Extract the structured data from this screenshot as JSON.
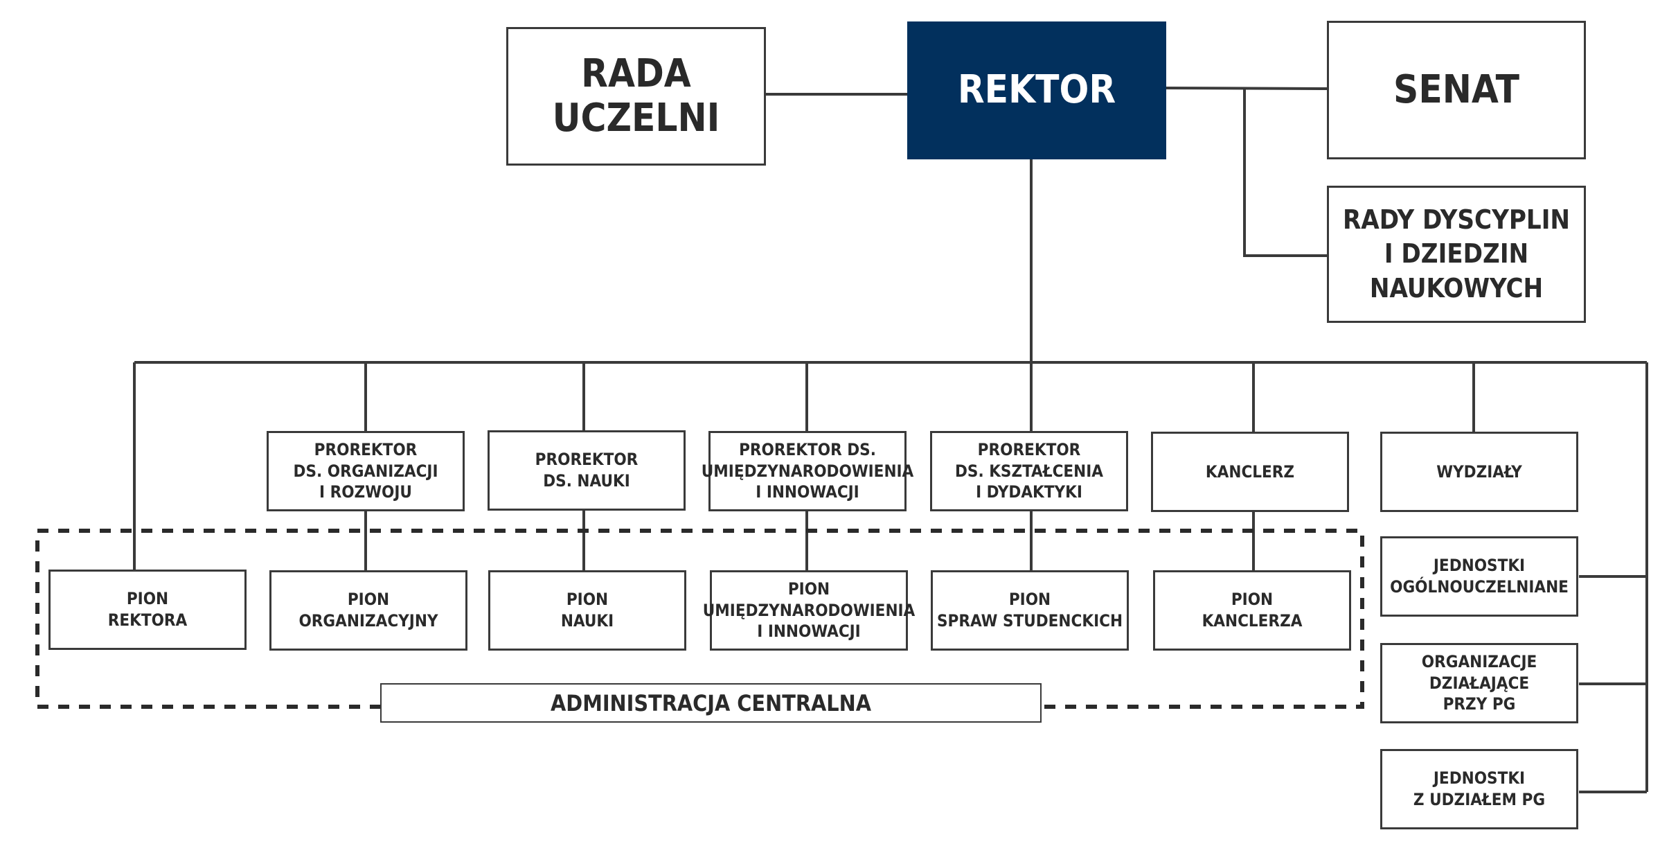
{
  "top": {
    "rada_uczelni": "RADA\nUCZELNI",
    "rektor": "REKTOR",
    "senat": "SENAT",
    "rady_dyscyplin": "RADY DYSCYPLIN\nI DZIEDZIN\nNAUKOWYCH"
  },
  "level2": {
    "prorektor_organizacji": "PROREKTOR\nDS. ORGANIZACJI\nI ROZWOJU",
    "prorektor_nauki": "PROREKTOR\nDS. NAUKI",
    "prorektor_umiedzynarodowienia": "PROREKTOR DS.\nUMIĘDZYNARODOWIENIA\nI INNOWACJI",
    "prorektor_ksztalcenia": "PROREKTOR\nDS. KSZTAŁCENIA\nI DYDAKTYKI",
    "kanclerz": "KANCLERZ",
    "wydzialy": "WYDZIAŁY"
  },
  "piony": {
    "rektora": "PION\nREKTORA",
    "organizacyjny": "PION\nORGANIZACYJNY",
    "nauki": "PION\nNAUKI",
    "umiedzynarodowienia": "PION\nUMIĘDZYNARODOWIENIA\nI INNOWACJI",
    "spraw_studenckich": "PION\nSPRAW STUDENCKICH",
    "kanclerza": "PION\nKANCLERZA"
  },
  "administracja": "ADMINISTRACJA CENTRALNA",
  "right_column": {
    "jednostki_ogolnouczelniane": "JEDNOSTKI\nOGÓLNOUCZELNIANE",
    "organizacje": "ORGANIZACJE\nDZIAŁAJĄCE\nPRZY PG",
    "jednostki_z_udzialem": "JEDNOSTKI\nZ UDZIAŁEM PG"
  },
  "colors": {
    "rektor_fill": "#02305d",
    "line": "#3a3a3a"
  }
}
